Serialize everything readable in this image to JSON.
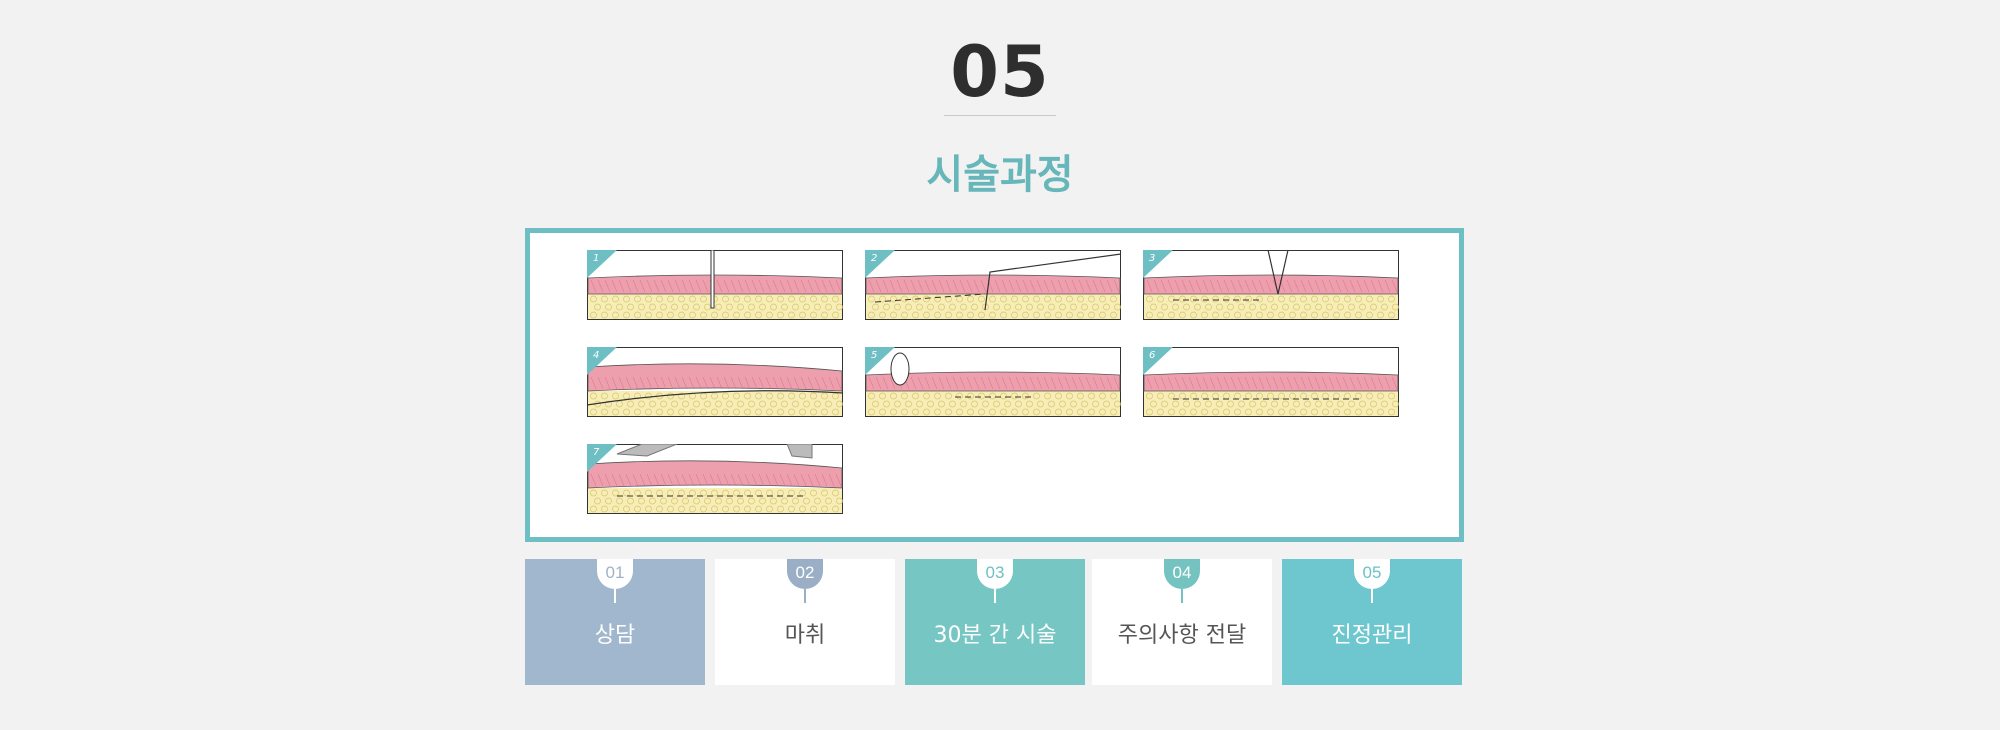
{
  "section": {
    "number": "05",
    "title": "시술과정"
  },
  "illustrations": [
    {
      "step": "1",
      "icon": "needle-insertion-illustration"
    },
    {
      "step": "2",
      "icon": "thread-insertion-illustration"
    },
    {
      "step": "3",
      "icon": "thread-placement-illustration"
    },
    {
      "step": "4",
      "icon": "skin-lift-illustration"
    },
    {
      "step": "5",
      "icon": "thread-tie-illustration"
    },
    {
      "step": "6",
      "icon": "thread-fixation-illustration"
    },
    {
      "step": "7",
      "icon": "finished-lift-illustration"
    }
  ],
  "steps": [
    {
      "num": "01",
      "label": "상담"
    },
    {
      "num": "02",
      "label": "마취"
    },
    {
      "num": "03",
      "label": "30분 간 시술"
    },
    {
      "num": "04",
      "label": "주의사항 전달"
    },
    {
      "num": "05",
      "label": "진정관리"
    }
  ],
  "colors": {
    "accent": "#67b6ba",
    "frame": "#6dbfc3",
    "step1_bg": "#a1b7cd",
    "step1_badge": "#a1b7cd",
    "step2_badge": "#9aaec6",
    "step3_bg": "#76c6c3",
    "step4_badge": "#74c3c1",
    "step5_bg": "#6ec7ce",
    "skin_pink": "#ee9fae",
    "fat_yellow": "#f7edb7"
  }
}
